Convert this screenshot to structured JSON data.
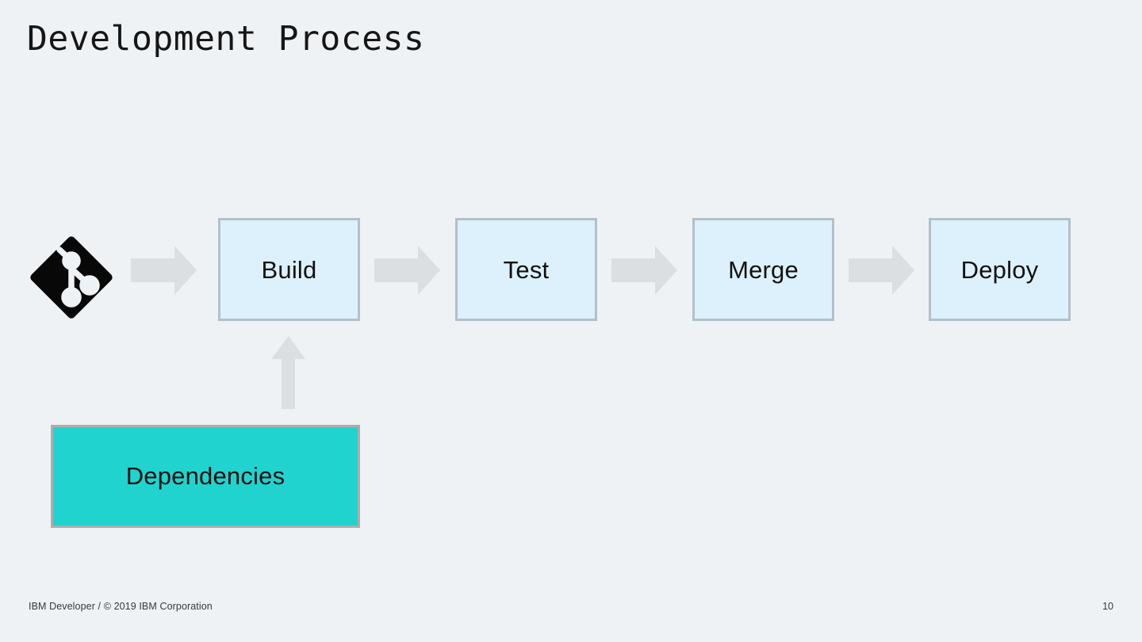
{
  "slide": {
    "title": "Development Process",
    "background_color": "#eff2f5",
    "page_number": "10",
    "footer": "IBM Developer / © 2019 IBM Corporation"
  },
  "colors": {
    "background": "#eff2f5",
    "process_fill": "#ddf1fc",
    "process_border": "#b2c0c8",
    "highlight_fill": "#21d3ce",
    "highlight_border": "#adadad",
    "arrow": "#dcdfe2",
    "git_logo": "#080808",
    "text": "#111111",
    "footer_text": "#333a40"
  },
  "diagram": {
    "type": "flowchart",
    "source_icon": {
      "name": "git-logo-icon",
      "label": "Git"
    },
    "stages": [
      {
        "id": "build",
        "label": "Build"
      },
      {
        "id": "test",
        "label": "Test"
      },
      {
        "id": "merge",
        "label": "Merge"
      },
      {
        "id": "deploy",
        "label": "Deploy"
      }
    ],
    "input": {
      "id": "dependencies",
      "label": "Dependencies",
      "feeds_into": "build",
      "highlighted": true
    },
    "connectors": [
      {
        "from": "git",
        "to": "build",
        "direction": "right"
      },
      {
        "from": "build",
        "to": "test",
        "direction": "right"
      },
      {
        "from": "test",
        "to": "merge",
        "direction": "right"
      },
      {
        "from": "merge",
        "to": "deploy",
        "direction": "right"
      },
      {
        "from": "dependencies",
        "to": "build",
        "direction": "up"
      }
    ]
  }
}
